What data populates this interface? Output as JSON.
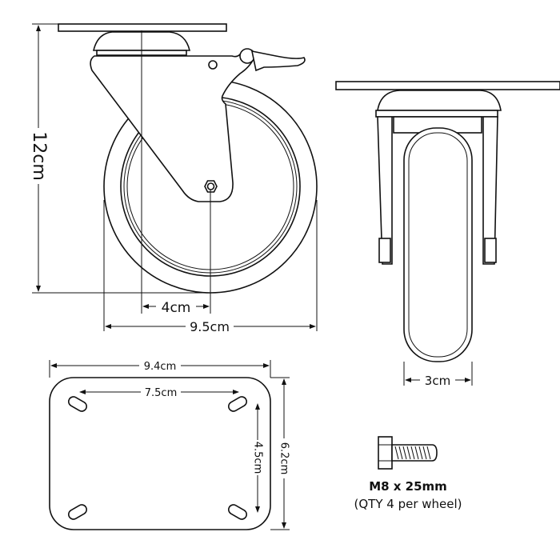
{
  "labels": {
    "height": "12cm",
    "offset": "4cm",
    "wheel_diameter": "9.5cm",
    "wheel_width": "3cm",
    "plate_width": "9.4cm",
    "hole_spacing_x": "7.5cm",
    "plate_height": "6.2cm",
    "hole_spacing_y": "4.5cm"
  },
  "bolt": {
    "spec": "M8 x 25mm",
    "qty": "(QTY 4 per wheel)"
  }
}
